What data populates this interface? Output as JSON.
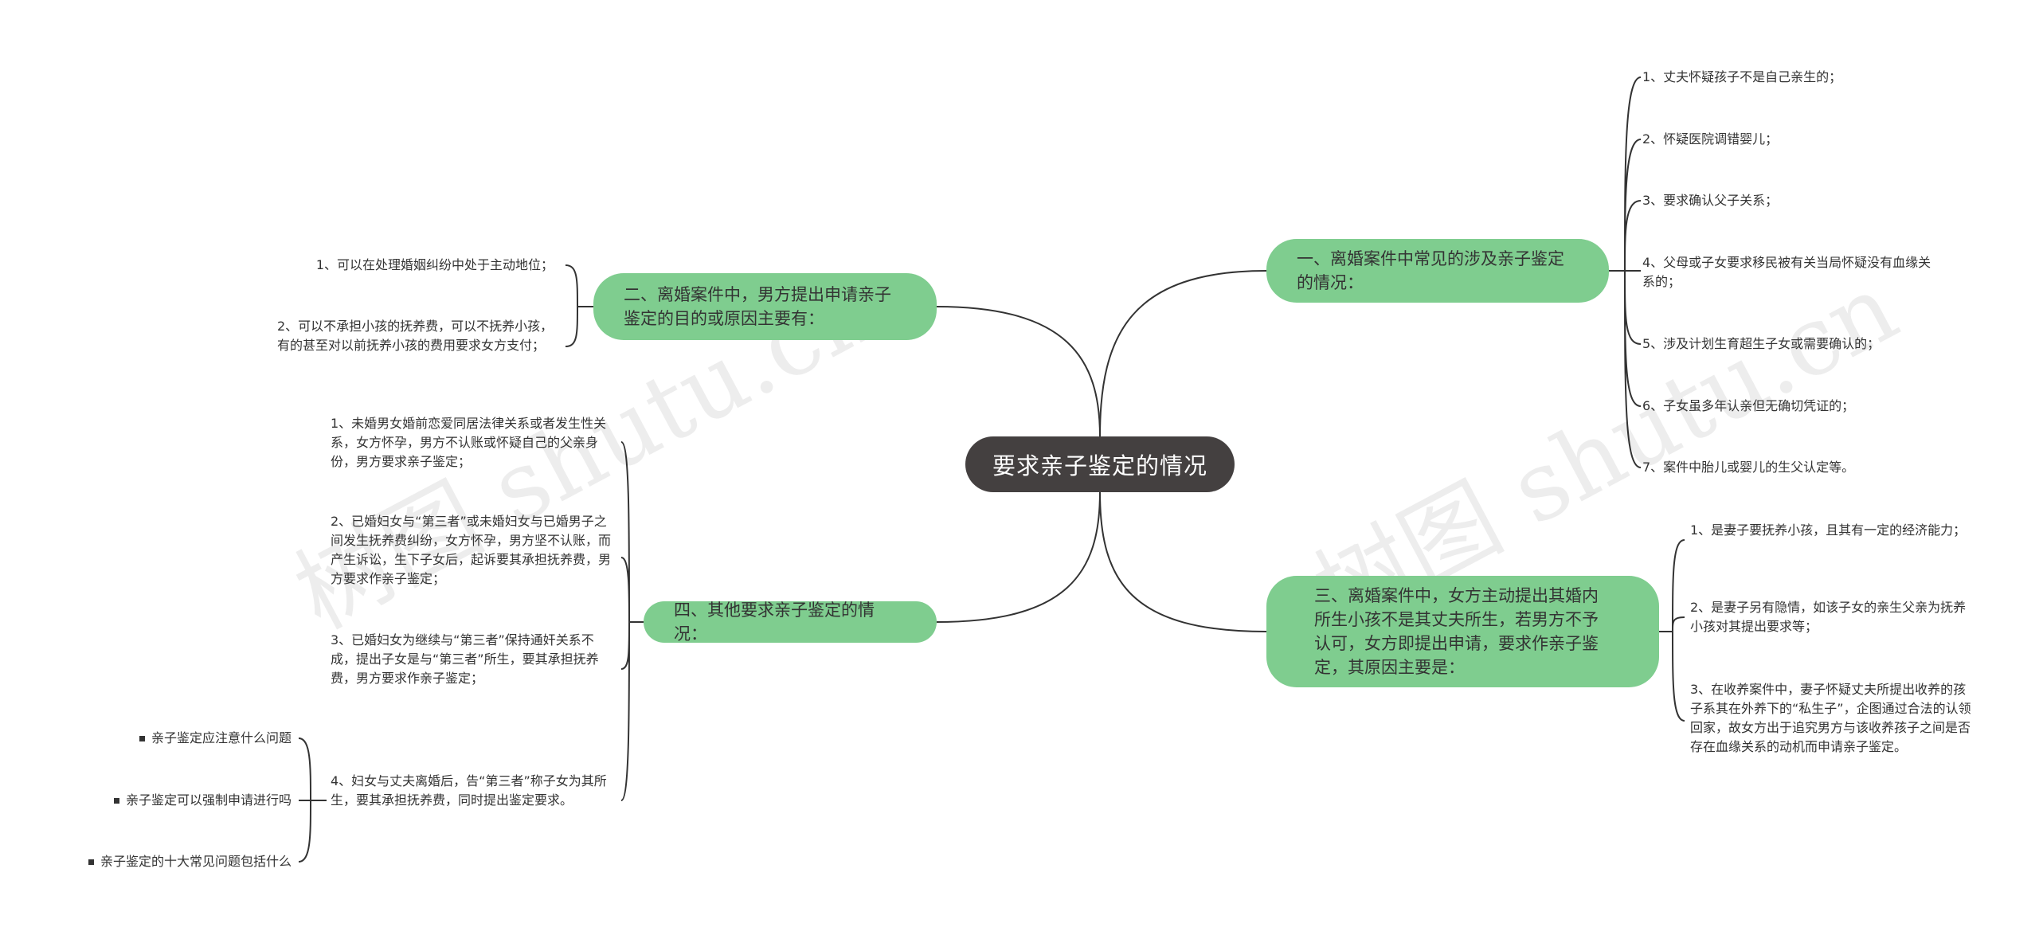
{
  "root": {
    "label": "要求亲子鉴定的情况"
  },
  "watermarks": [
    "树图 shutu.cn",
    "树图 shutu.cn"
  ],
  "branches": [
    {
      "label": "一、离婚案件中常见的涉及亲子鉴定的情况：",
      "items": [
        "1、丈夫怀疑孩子不是自己亲生的；",
        "2、怀疑医院调错婴儿；",
        "3、要求确认父子关系；",
        "4、父母或子女要求移民被有关当局怀疑没有血缘关系的；",
        "5、涉及计划生育超生子女或需要确认的；",
        "6、子女虽多年认亲但无确切凭证的；",
        "7、案件中胎儿或婴儿的生父认定等。"
      ]
    },
    {
      "label": "二、离婚案件中，男方提出申请亲子鉴定的目的或原因主要有：",
      "items": [
        "1、可以在处理婚姻纠纷中处于主动地位；",
        "2、可以不承担小孩的抚养费，可以不抚养小孩，有的甚至对以前抚养小孩的费用要求女方支付；"
      ]
    },
    {
      "label": "三、离婚案件中，女方主动提出其婚内所生小孩不是其丈夫所生，若男方不予认可，女方即提出申请，要求作亲子鉴定，其原因主要是：",
      "items": [
        "1、是妻子要抚养小孩，且其有一定的经济能力；",
        "2、是妻子另有隐情，如该子女的亲生父亲为抚养小孩对其提出要求等；",
        "3、在收养案件中，妻子怀疑丈夫所提出收养的孩子系其在外养下的“私生子”，企图通过合法的认领回家，故女方出于追究男方与该收养孩子之间是否存在血缘关系的动机而申请亲子鉴定。"
      ]
    },
    {
      "label": "四、其他要求亲子鉴定的情况：",
      "items": [
        "1、未婚男女婚前恋爱同居法律关系或者发生性关系，女方怀孕，男方不认账或怀疑自己的父亲身份，男方要求亲子鉴定；",
        "2、已婚妇女与“第三者”或未婚妇女与已婚男子之间发生抚养费纠纷，女方怀孕，男方坚不认账，而产生诉讼，生下子女后，起诉要其承担抚养费，男方要求作亲子鉴定；",
        "3、已婚妇女为继续与“第三者”保持通奸关系不成，提出子女是与“第三者”所生，要其承担抚养费，男方要求作亲子鉴定；",
        "4、妇女与丈夫离婚后，告“第三者”称子女为其所生，要其承担抚养费，同时提出鉴定要求。"
      ],
      "sub_items": [
        "亲子鉴定应注意什么问题",
        "亲子鉴定可以强制申请进行吗",
        "亲子鉴定的十大常见问题包括什么"
      ]
    }
  ],
  "colors": {
    "root_bg": "#444040",
    "branch_bg": "#7fcd8f",
    "line": "#333333"
  }
}
